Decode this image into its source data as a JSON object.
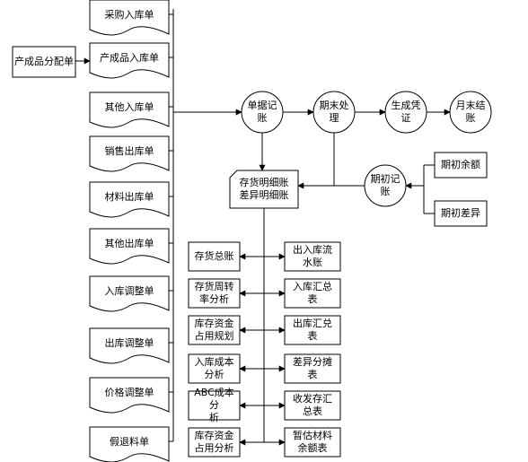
{
  "diagram": {
    "doc_nodes": [
      {
        "id": "d1",
        "label": "采购入库单"
      },
      {
        "id": "d2",
        "label": "产成品入库单"
      },
      {
        "id": "d3",
        "label": "其他入库单"
      },
      {
        "id": "d4",
        "label": "销售出库单"
      },
      {
        "id": "d5",
        "label": "材料出库单"
      },
      {
        "id": "d6",
        "label": "其他出库单"
      },
      {
        "id": "d7",
        "label": "入库调整单"
      },
      {
        "id": "d8",
        "label": "出库调整单"
      },
      {
        "id": "d9",
        "label": "价格调整单"
      },
      {
        "id": "d10",
        "label": "假退料单"
      }
    ],
    "source_node": {
      "id": "src",
      "label": "产成品分配单"
    },
    "process_nodes": [
      {
        "id": "c1",
        "label": "单据记\n账"
      },
      {
        "id": "c2",
        "label": "期末处\n理"
      },
      {
        "id": "c3",
        "label": "生成凭\n证"
      },
      {
        "id": "c4",
        "label": "月末结\n账"
      },
      {
        "id": "c5",
        "label": "期初记\n账"
      }
    ],
    "ledger_node": {
      "id": "ledger",
      "label": "存货明细账\n差异明细账"
    },
    "opening_nodes": [
      {
        "id": "o1",
        "label": "期初余额"
      },
      {
        "id": "o2",
        "label": "期初差异"
      }
    ],
    "report_rows": [
      {
        "left": "存货总账",
        "right": "出入库流\n水账"
      },
      {
        "left": "存货周转\n率分析",
        "right": "入库汇总\n表"
      },
      {
        "left": "库存资金\n占用规划",
        "right": "出库汇兑\n表"
      },
      {
        "left": "入库成本\n分析",
        "right": "差异分摊\n表"
      },
      {
        "left": "ABC成本分\n析",
        "right": "收发存汇\n总表"
      },
      {
        "left": "库存资金\n占用分析",
        "right": "暂估材料\n余额表"
      }
    ]
  }
}
